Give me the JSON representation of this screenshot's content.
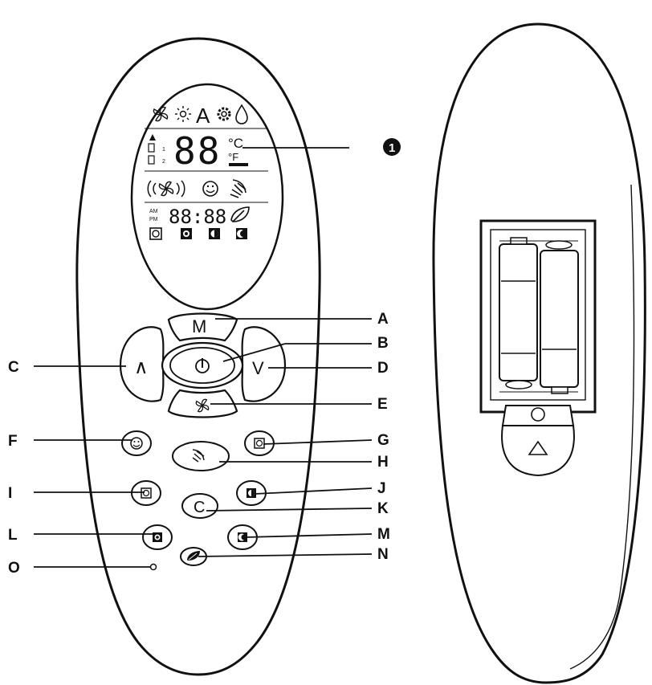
{
  "display": {
    "temperature": "88",
    "unit_c": "°C",
    "unit_f": "°F",
    "time": "88:88",
    "am": "AM",
    "pm": "PM",
    "auto_glyph": "A",
    "battery_row_1": "1",
    "battery_row_2": "2"
  },
  "buttons": {
    "mode": "M",
    "temp_up": "∧",
    "temp_down": "V",
    "clear": "C"
  },
  "labels": {
    "display_callout": "1",
    "A": "A",
    "B": "B",
    "C": "C",
    "D": "D",
    "E": "E",
    "F": "F",
    "G": "G",
    "H": "H",
    "I": "I",
    "J": "J",
    "K": "K",
    "L": "L",
    "M": "M",
    "N": "N",
    "O": "O"
  },
  "icons": [
    "fan-icon",
    "sun-icon",
    "gear-icon",
    "drop-icon",
    "signal-fan-icon",
    "smiley-icon",
    "swing-icon",
    "leaf-icon",
    "timer-on-icon",
    "timer-off-icon",
    "half-moon-icon",
    "moon-icon",
    "power-icon",
    "battery-compartment-icon",
    "triangle-icon"
  ],
  "colors": {
    "line": "#111111",
    "background": "#ffffff"
  }
}
